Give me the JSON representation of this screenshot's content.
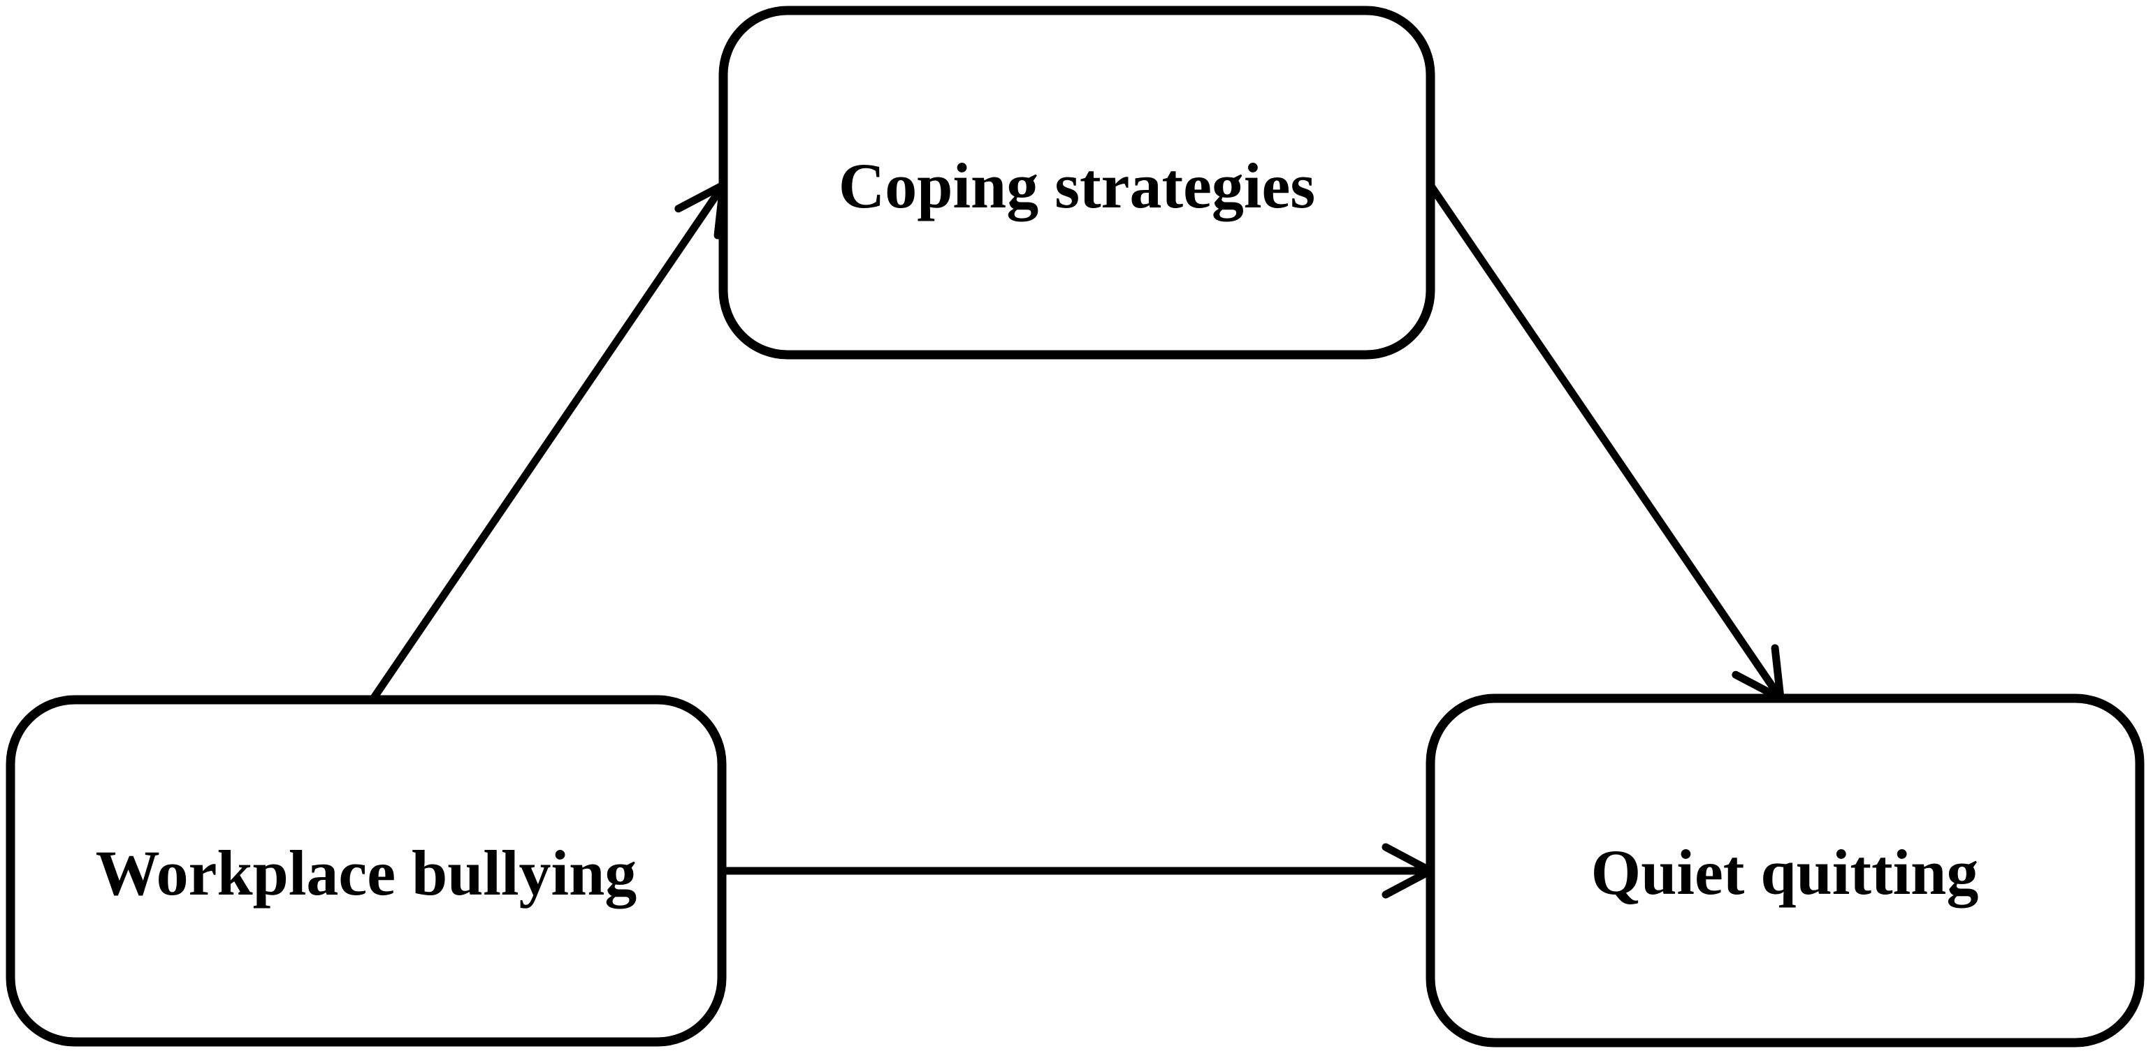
{
  "figure": {
    "type": "mediation-diagram",
    "background_color": "#ffffff",
    "line_color": "#000000",
    "nodes": [
      {
        "id": "coping-strategies",
        "role": "mediator",
        "label": "Coping strategies"
      },
      {
        "id": "workplace-bullying",
        "role": "independent-variable",
        "label": "Workplace bullying"
      },
      {
        "id": "quiet-quitting",
        "role": "dependent-variable",
        "label": "Quiet quitting"
      }
    ],
    "edges": [
      {
        "from": "workplace-bullying",
        "to": "coping-strategies"
      },
      {
        "from": "coping-strategies",
        "to": "quiet-quitting"
      },
      {
        "from": "workplace-bullying",
        "to": "quiet-quitting"
      }
    ]
  }
}
